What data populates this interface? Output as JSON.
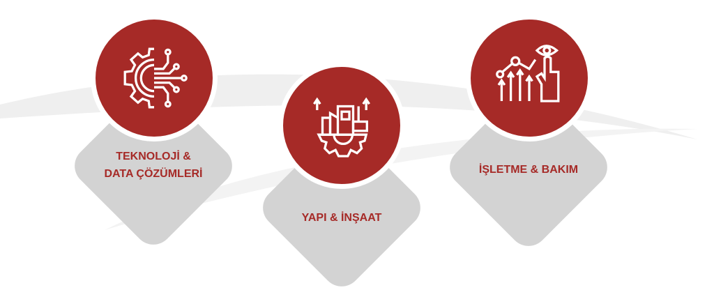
{
  "colors": {
    "accent": "#a62a27",
    "card": "#d3d3d3"
  },
  "items": [
    {
      "line1": "TEKNOLOJİ &",
      "line2": "DATA ÇÖZÜMLERİ",
      "icon": "gear-circuit-icon"
    },
    {
      "line1": "YAPI & İNŞAAT",
      "icon": "factory-gear-icon"
    },
    {
      "line1": "İŞLETME & BAKIM",
      "icon": "growth-hand-eye-icon"
    }
  ]
}
